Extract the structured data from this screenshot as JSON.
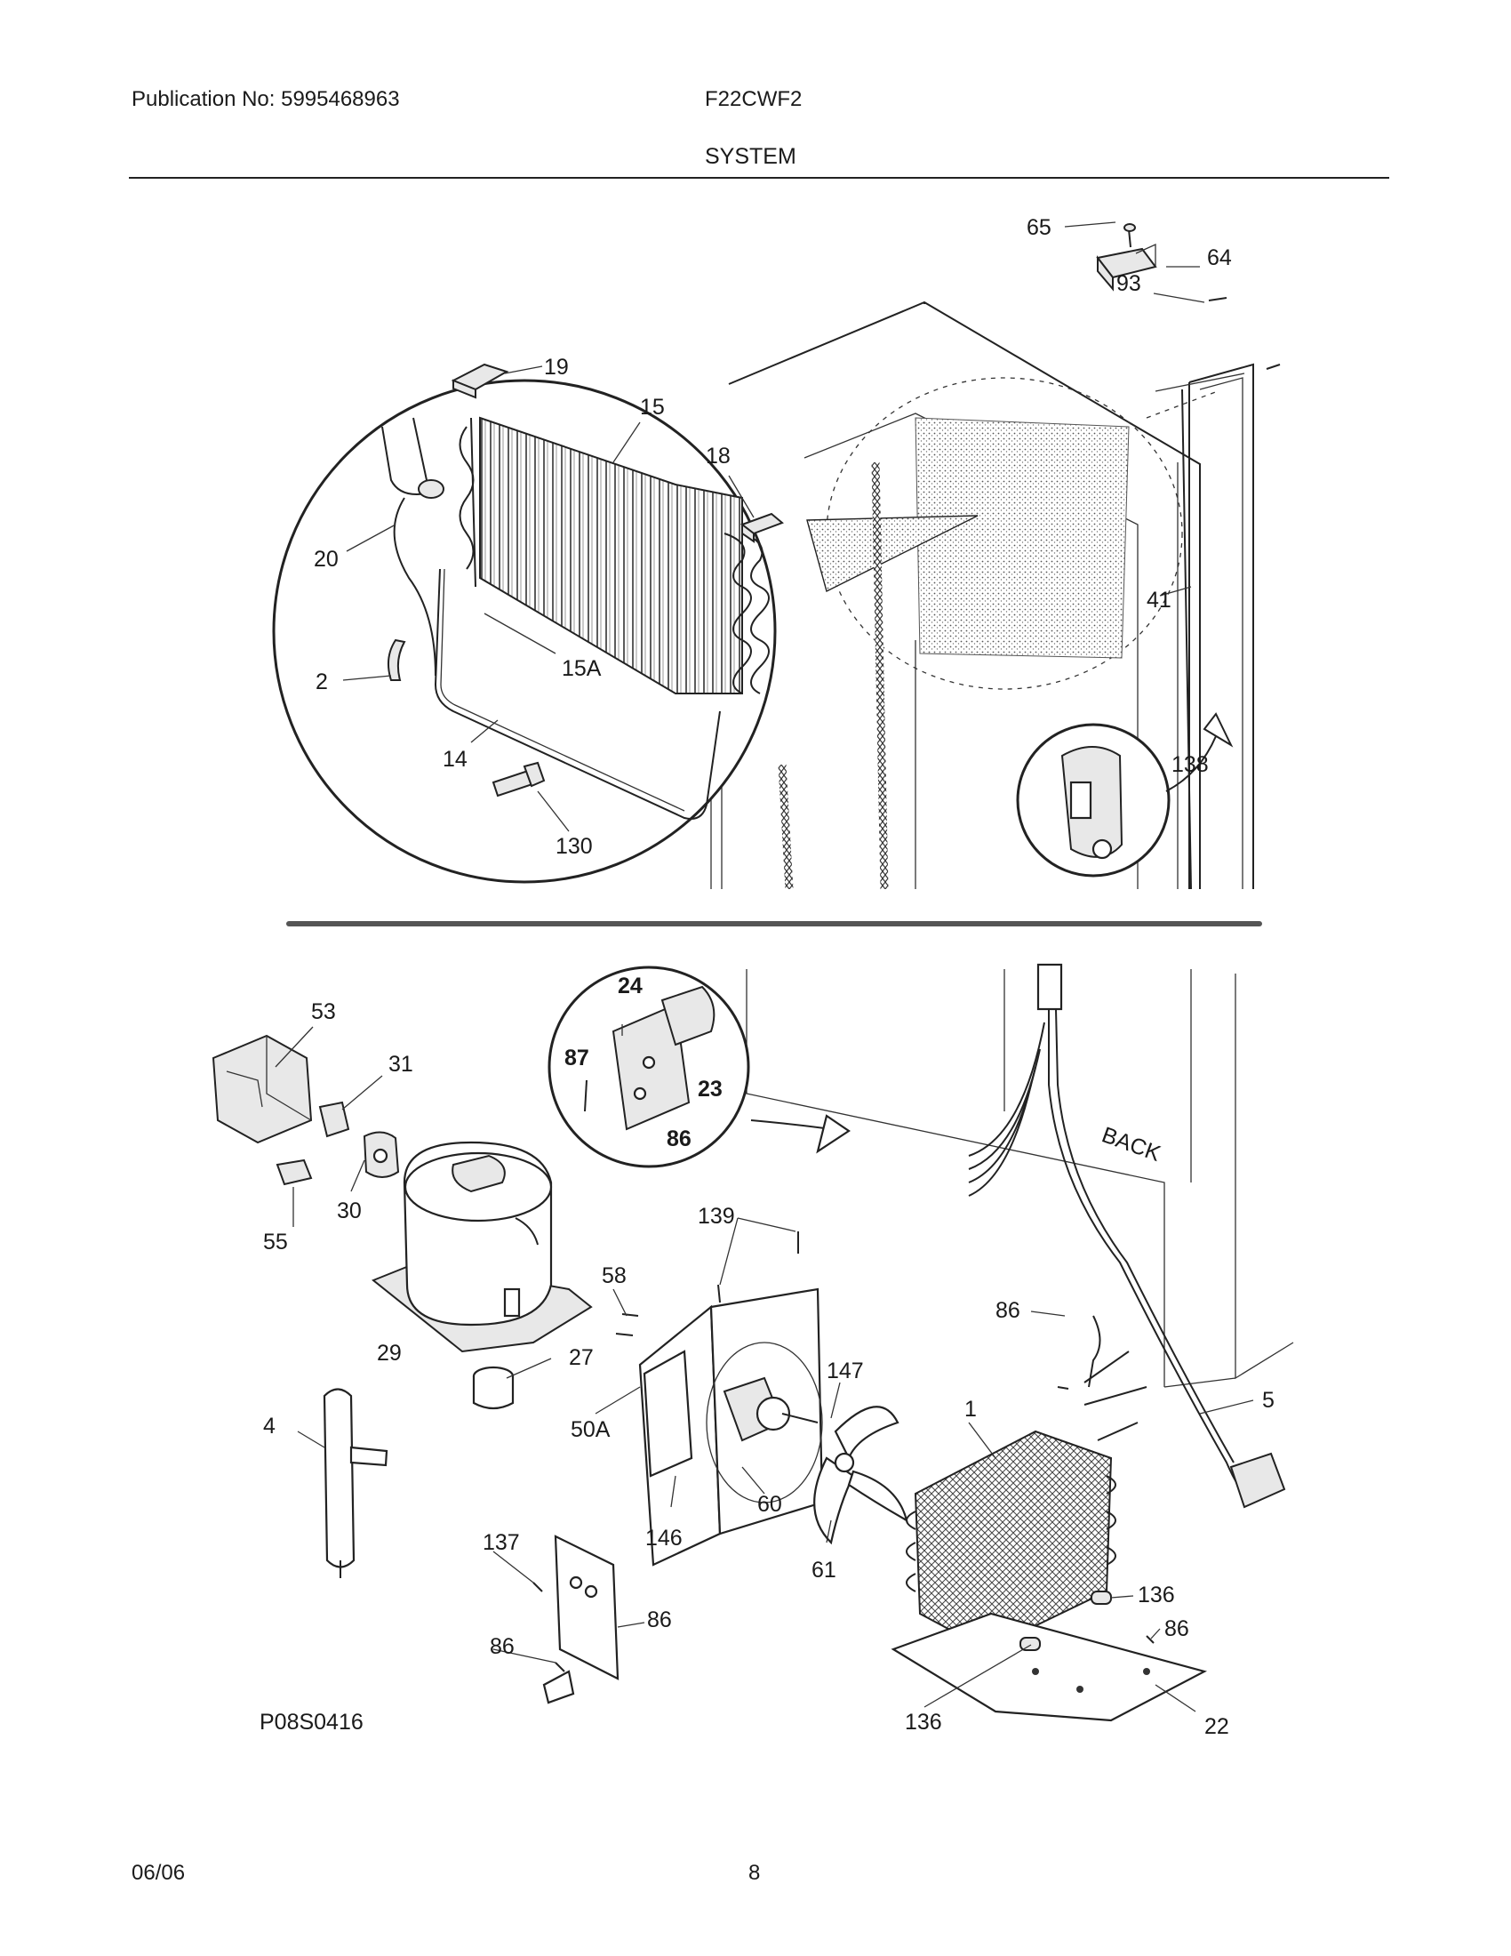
{
  "header": {
    "publication": "Publication No: 5995468963",
    "model": "F22CWF2",
    "section": "SYSTEM"
  },
  "footer": {
    "date": "06/06",
    "page": "8"
  },
  "diagram": {
    "code": "P08S0416",
    "back_label": "BACK",
    "callouts": [
      "65",
      "64",
      "93",
      "19",
      "15",
      "18",
      "20",
      "41",
      "2",
      "15A",
      "14",
      "130",
      "138",
      "53",
      "24",
      "31",
      "87",
      "23",
      "86",
      "55",
      "30",
      "139",
      "29",
      "58",
      "27",
      "147",
      "5",
      "86",
      "4",
      "50A",
      "60",
      "146",
      "61",
      "1",
      "136",
      "86",
      "137",
      "86",
      "86",
      "136",
      "22"
    ]
  }
}
